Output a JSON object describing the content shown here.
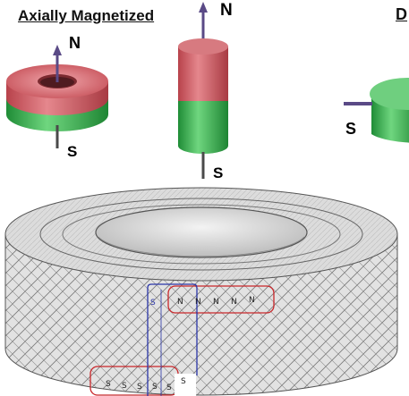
{
  "headings": {
    "left": "Axially Magnetized",
    "right_partial": "D"
  },
  "poles": {
    "ring_top": "N",
    "ring_bottom": "S",
    "rod_top": "N",
    "rod_bottom": "S",
    "right_side": "S"
  },
  "annotations": {
    "top_letters": [
      "N",
      "N",
      "N",
      "N",
      "N"
    ],
    "bottom_letters": [
      "S",
      "S",
      "S",
      "S",
      "S"
    ],
    "left_mark": "S",
    "right_mark": "S"
  },
  "colors": {
    "north": "#cf5a62",
    "south": "#2fb14a",
    "arrow": "#5a4a86",
    "red_outline": "#c8262a",
    "blue_outline": "#2b36a8"
  }
}
